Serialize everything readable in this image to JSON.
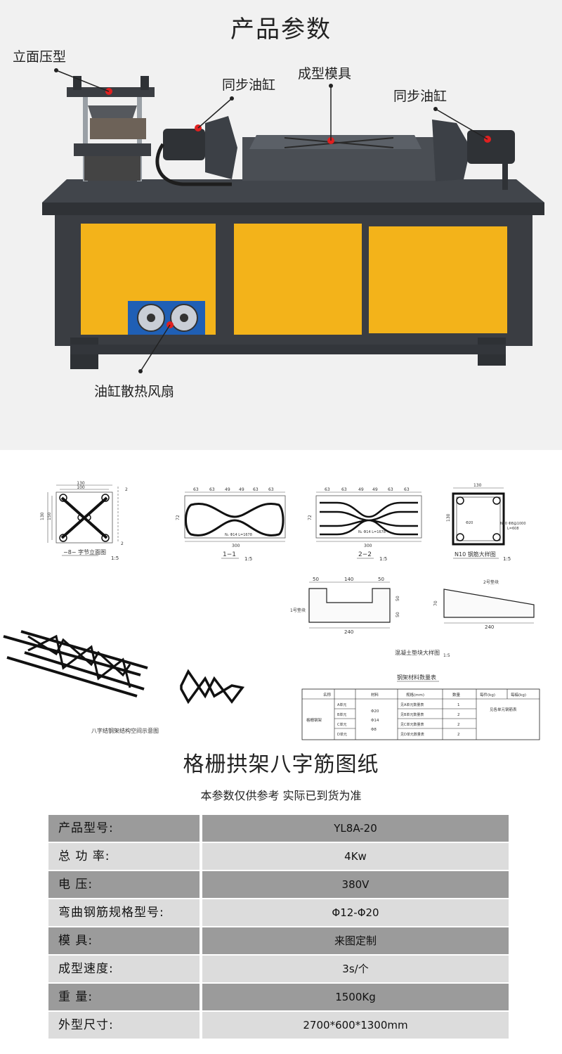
{
  "top_section": {
    "title": "产品参数",
    "callouts": {
      "vertical_press": "立面压型",
      "sync_cylinder_left": "同步油缸",
      "forming_die": "成型模具",
      "sync_cylinder_right": "同步油缸",
      "cooling_fan": "油缸散热风扇"
    }
  },
  "drawings": {
    "view_8_label": "−8− 字节立面图",
    "view_8_scale": "1:5",
    "view_8_dims": [
      "130",
      "100",
      "2",
      "2",
      "130",
      "150"
    ],
    "section_1_label": "1−1",
    "section_1_scale": "1:5",
    "section_1_dims": [
      "63",
      "63",
      "49",
      "49",
      "63",
      "63",
      "300",
      "72"
    ],
    "section_1_note": "N₁ Φ14 L=1678",
    "section_2_label": "2−2",
    "section_2_scale": "1:5",
    "section_2_dims": [
      "63",
      "63",
      "49",
      "49",
      "63",
      "63",
      "300",
      "72"
    ],
    "section_2_note": "N₁ Φ14 L=1678",
    "n10_label": "N10 钢筋大样图",
    "n10_scale": "1:5",
    "n10_dims": [
      "130",
      "130",
      "Φ20"
    ],
    "n10_note1": "N10 Φ8@1000",
    "n10_note2": "L=608",
    "block1_dims": [
      "50",
      "140",
      "50",
      "50",
      "50",
      "240"
    ],
    "block1_tag": "1号垫块",
    "block2_dims": [
      "70",
      "240"
    ],
    "block2_tag": "2号垫块",
    "concrete_label": "混凝土垫块大样图",
    "concrete_scale": "1:5",
    "iso_label": "八字结钢架结构空间示意图",
    "material_table": {
      "title": "钢架材料数量表",
      "headers": [
        "名称",
        "",
        "材料",
        "规格(mm)",
        "数量",
        "每件(kg)",
        "每榀(kg)"
      ],
      "group": "格栅钢架",
      "units": [
        "A单元",
        "B单元",
        "C单元",
        "D单元"
      ],
      "materials": [
        "Φ20",
        "Φ14",
        "Φ8"
      ],
      "specs": [
        "见A单元数量表",
        "见B单元数量表",
        "见C单元数量表",
        "见D单元数量表"
      ],
      "qty": [
        "1",
        "2",
        "2",
        "2"
      ],
      "weight_note": "见各单元钢筋表"
    }
  },
  "drawing_title": "格栅拱架八字筋图纸",
  "note": "本参数仅供参考 实际已到货为准",
  "specs": [
    {
      "label": "产品型号:",
      "value": "YL8A-20"
    },
    {
      "label": "总 功 率:",
      "value": "4Kw"
    },
    {
      "label": "电  压:",
      "value": "380V"
    },
    {
      "label": "弯曲钢筋规格型号:",
      "value": "Φ12-Φ20"
    },
    {
      "label": "模  具:",
      "value": "来图定制"
    },
    {
      "label": "成型速度:",
      "value": "3s/个"
    },
    {
      "label": "重  量:",
      "value": "1500Kg"
    },
    {
      "label": "外型尺寸:",
      "value": "2700*600*1300mm"
    }
  ],
  "colors": {
    "panel_yellow": "#f3b31a",
    "frame_dark": "#3a3d42",
    "row_dark": "#9b9b9b",
    "row_light": "#dcdcdc",
    "marker_red": "#e02020"
  }
}
